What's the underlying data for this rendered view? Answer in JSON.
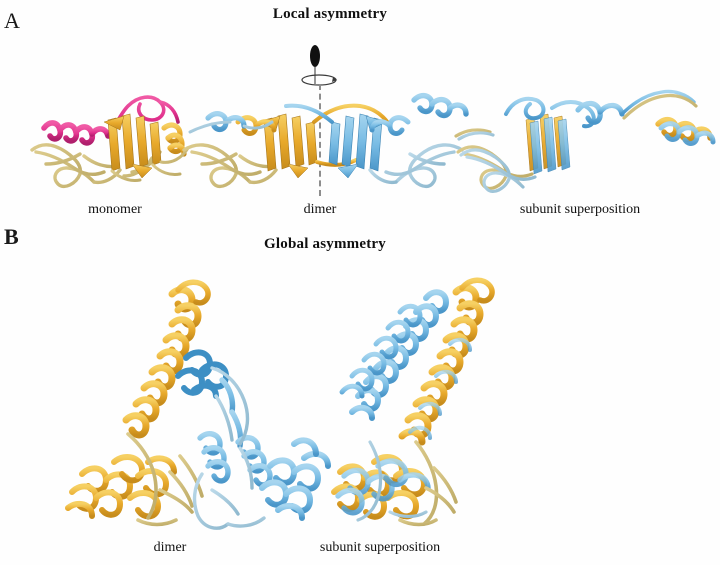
{
  "figure": {
    "background_color": "#ffffff",
    "panels": [
      {
        "letter": "A",
        "title": "Local asymmetry",
        "structures": [
          {
            "label": "monomer",
            "kind": "ribbon-monomer"
          },
          {
            "label": "dimer",
            "kind": "ribbon-dimer"
          },
          {
            "label": "subunit superposition",
            "kind": "ribbon-superposition"
          }
        ]
      },
      {
        "letter": "B",
        "title": "Global asymmetry",
        "structures": [
          {
            "label": "dimer",
            "kind": "ribbon-dimer-large"
          },
          {
            "label": "subunit superposition",
            "kind": "ribbon-superposition-large"
          }
        ]
      }
    ]
  },
  "labels": {
    "panel_a_letter": "A",
    "panel_a_title": "Local asymmetry",
    "panel_a_monomer": "monomer",
    "panel_a_dimer": "dimer",
    "panel_a_superposition": "subunit  superposition",
    "panel_b_letter": "B",
    "panel_b_title": "Global asymmetry",
    "panel_b_dimer": "dimer",
    "panel_b_superposition": "subunit superposition"
  },
  "colors": {
    "chain_gold": "#E8A92B",
    "chain_gold_light": "#F3C64A",
    "chain_gold_pale": "#CFBE7A",
    "chain_blue": "#79BCE4",
    "chain_blue_dark": "#3D8FC4",
    "chain_blue_pale": "#A8CFE6",
    "accent_magenta": "#E0308C",
    "accent_magenta_dark": "#B8246F",
    "axis_line": "#8d8d8d",
    "axis_symbol": "#111111",
    "text": "#111111",
    "background": "#ffffff"
  },
  "symmetry_axis": {
    "symbol_name": "two-fold-axis-lens",
    "rotation_indicator": "ellipse-with-arrow",
    "dashed_line": true
  }
}
